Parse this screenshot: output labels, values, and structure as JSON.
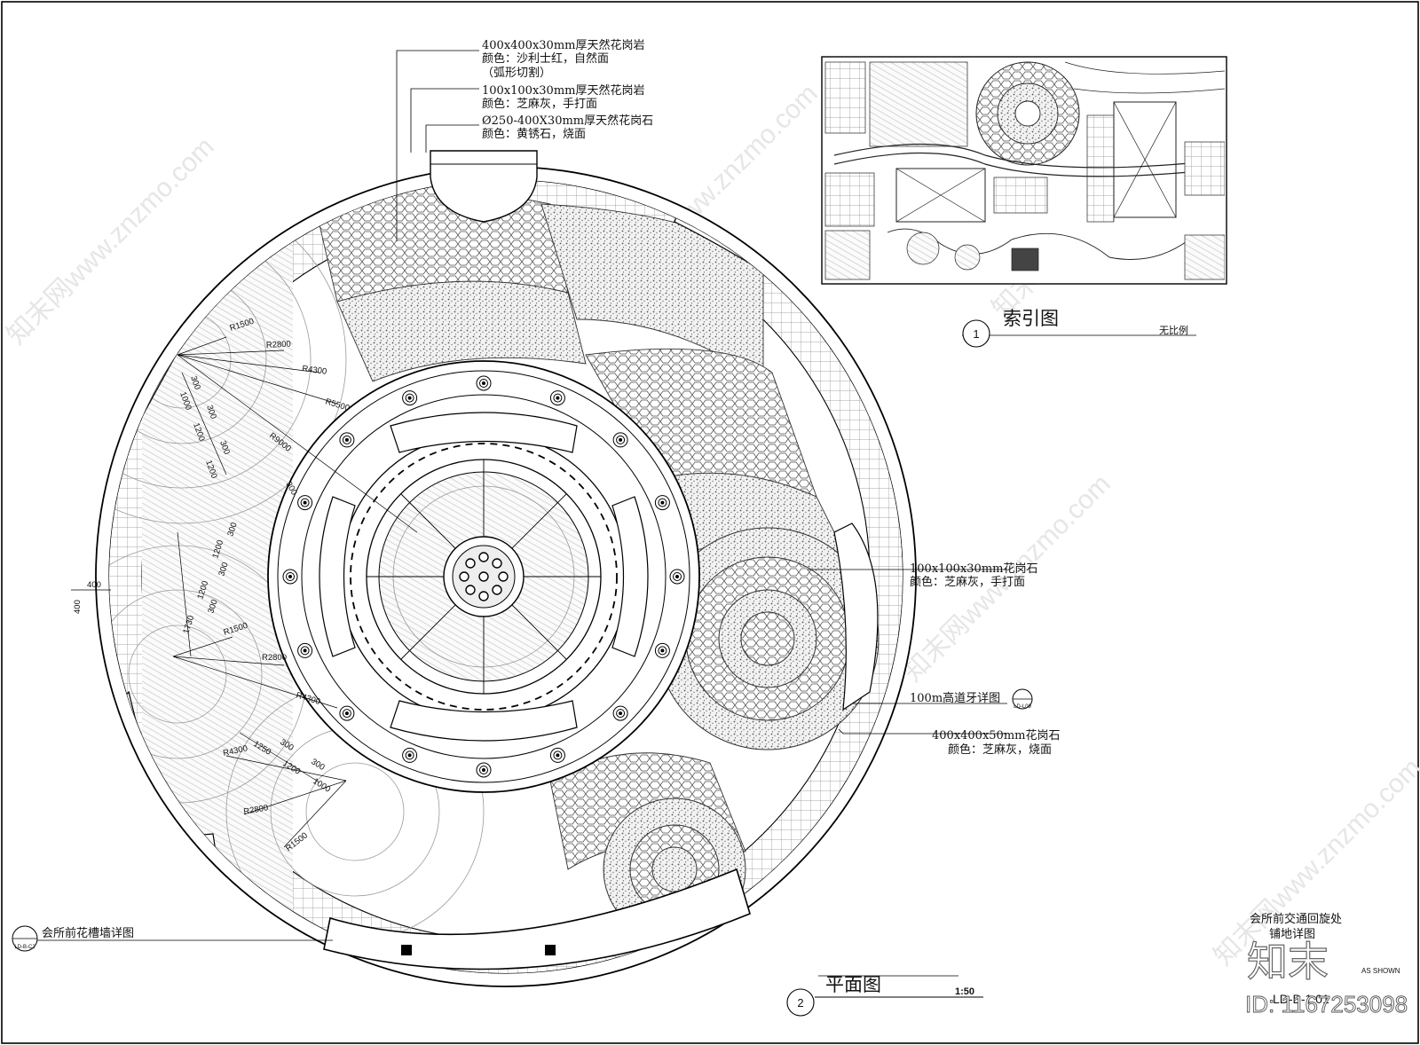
{
  "drawing": {
    "plan_title": "平面图",
    "plan_number": "2",
    "plan_scale": "1:50",
    "index_title": "索引图",
    "index_number": "1",
    "index_scale": "无比例",
    "sheet_title_line1": "会所前交通回旋处",
    "sheet_title_line2": "铺地详图",
    "sheet_code": "LD-B-1.01",
    "as_shown": "AS SHOWN",
    "brand": "知末",
    "watermark": "知末网www.znzmo.com",
    "id_label": "ID: 1167253098"
  },
  "notes": {
    "top": [
      {
        "spec": "400x400x30mm厚天然花岗岩",
        "color": "颜色：沙利士红，自然面",
        "extra": "（弧形切割）"
      },
      {
        "spec": "100x100x30mm厚天然花岗岩",
        "color": "颜色：芝麻灰，手打面"
      },
      {
        "spec": "Ø250-400X30mm厚天然花岗石",
        "color": "颜色：黄锈石，烧面"
      }
    ],
    "right1_spec": "100x100x30mm花岗石",
    "right1_color": "颜色：芝麻灰，手打面",
    "curb": "100m高道牙详图",
    "curb_ref": "LD-L09",
    "right2_spec": "400x400x50mm花岗石",
    "right2_color": "颜色：芝麻灰，烧面",
    "planter": "会所前花槽墙详图",
    "planter_ref": "LD-B-C2"
  },
  "dims": {
    "radii_upper": [
      "R1500",
      "R2800",
      "R4300",
      "R5500",
      "R9000"
    ],
    "radii_mid": [
      "R1500",
      "R2800",
      "R4300"
    ],
    "radii_lower": [
      "R4300",
      "R2800",
      "R1500"
    ],
    "chain_upper": [
      "300",
      "1000",
      "300",
      "1200",
      "300",
      "1200"
    ],
    "chain_mid": [
      "300",
      "1200",
      "300",
      "1200",
      "300",
      "1730"
    ],
    "chain_lower": [
      "1250",
      "300",
      "1200",
      "300",
      "1000"
    ],
    "misc": [
      "400",
      "400",
      "300"
    ]
  }
}
